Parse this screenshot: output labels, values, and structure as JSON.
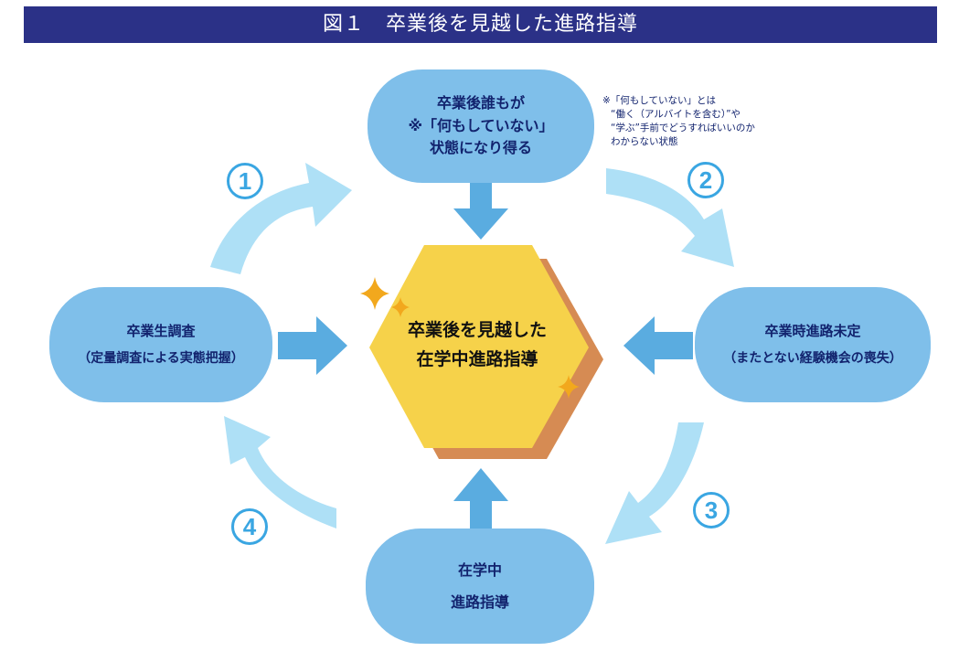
{
  "title": "図１　卒業後を見越した進路指導",
  "nodes": {
    "top": {
      "lines": [
        "卒業後誰もが",
        "※「何もしていない」",
        "状態になり得る"
      ]
    },
    "left": {
      "lines": [
        "卒業生調査",
        "（定量調査による実態把握）"
      ]
    },
    "right": {
      "lines": [
        "卒業時進路未定",
        "（またとない経験機会の喪失）"
      ]
    },
    "bottom": {
      "lines": [
        "在学中",
        "進路指導"
      ]
    },
    "center": {
      "lines": [
        "卒業後を見越した",
        "在学中進路指導"
      ]
    }
  },
  "note": {
    "lines": [
      "※「何もしていない」とは",
      "“働く（アルバイトを含む）”や",
      "“学ぶ”手前でどうすればいいのか",
      "わからない状態"
    ]
  },
  "steps": [
    "1",
    "2",
    "3",
    "4"
  ],
  "colors": {
    "title_bg": "#2b3187",
    "node_bg": "#7fbfea",
    "node_text": "#12236e",
    "cycle_arrow": "#aee0f6",
    "center_arrow": "#5aace0",
    "hexagon": "#f6d24a",
    "hexagon_shadow": "#d68b53",
    "number": "#3aa6e2"
  }
}
